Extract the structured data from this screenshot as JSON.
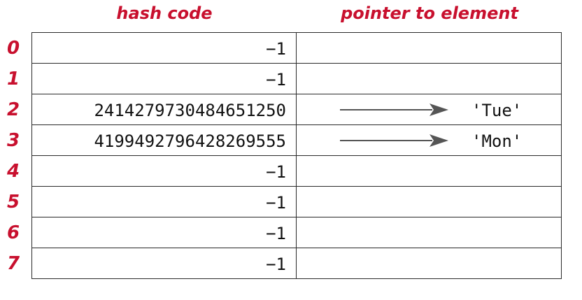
{
  "headers": {
    "hash_code": "hash code",
    "pointer": "pointer to element"
  },
  "rows": [
    {
      "index": "0",
      "hash": "−1",
      "element": ""
    },
    {
      "index": "1",
      "hash": "−1",
      "element": ""
    },
    {
      "index": "2",
      "hash": "2414279730484651250",
      "element": "'Tue'"
    },
    {
      "index": "3",
      "hash": "4199492796428269555",
      "element": "'Mon'"
    },
    {
      "index": "4",
      "hash": "−1",
      "element": ""
    },
    {
      "index": "5",
      "hash": "−1",
      "element": ""
    },
    {
      "index": "6",
      "hash": "−1",
      "element": ""
    },
    {
      "index": "7",
      "hash": "−1",
      "element": ""
    }
  ],
  "colors": {
    "header_text": "#c8102e",
    "index_text": "#c8102e",
    "arrow": "#555555",
    "grid": "#2a2a2a"
  }
}
